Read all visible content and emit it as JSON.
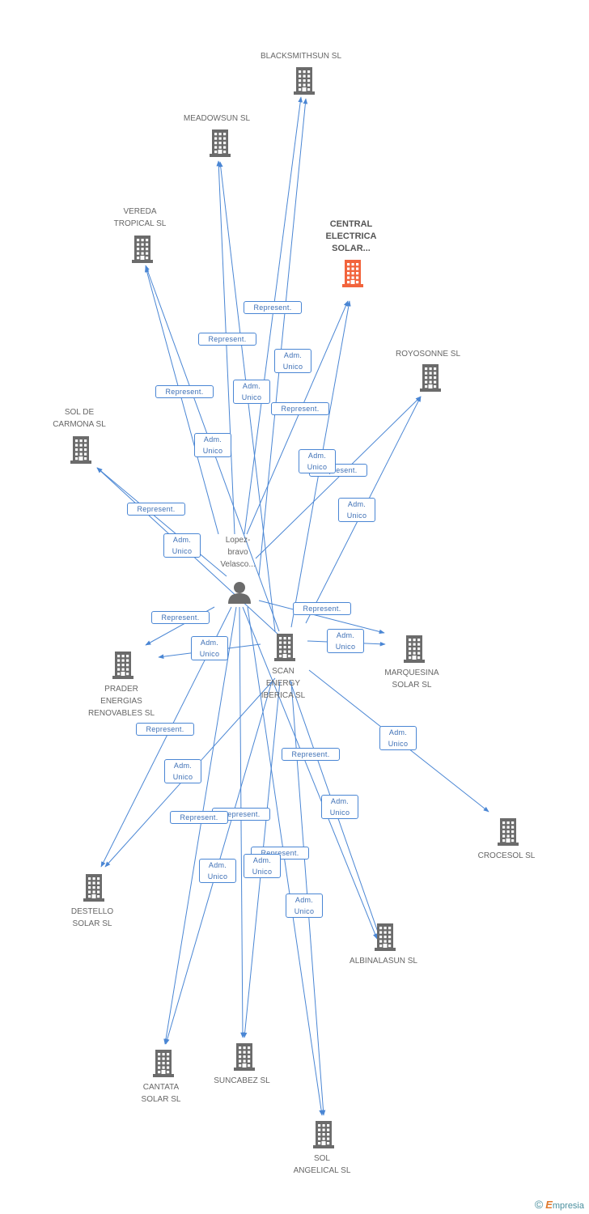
{
  "colors": {
    "edge": "#4a86d4",
    "node": "#6b6b6b",
    "highlight": "#f2643c"
  },
  "person": {
    "label": "Lopez-\nbravo\nVelasco..."
  },
  "nodes": {
    "blacksmithsun": {
      "label": "BLACKSMITHSUN SL"
    },
    "meadowsun": {
      "label": "MEADOWSUN SL"
    },
    "vereda": {
      "label": "VEREDA\nTROPICAL SL"
    },
    "central": {
      "label": "CENTRAL\nELECTRICA\nSOLAR..."
    },
    "royosonne": {
      "label": "ROYOSONNE SL"
    },
    "soldecarmona": {
      "label": "SOL DE\nCARMONA SL"
    },
    "scan": {
      "label": "SCAN\nENERGY\nIBERICA SL"
    },
    "marquesina": {
      "label": "MARQUESINA\nSOLAR SL"
    },
    "prader": {
      "label": "PRADER\nENERGIAS\nRENOVABLES SL"
    },
    "crocesol": {
      "label": "CROCESOL SL"
    },
    "destello": {
      "label": "DESTELLO\nSOLAR SL"
    },
    "albinalasun": {
      "label": "ALBINALASUN SL"
    },
    "cantata": {
      "label": "CANTATA\nSOLAR SL"
    },
    "suncabez": {
      "label": "SUNCABEZ SL"
    },
    "solangelical": {
      "label": "SOL\nANGELICAL SL"
    }
  },
  "relations": [
    {
      "text": "Represent."
    },
    {
      "text": "Represent."
    },
    {
      "text": "Adm.\nUnico"
    },
    {
      "text": "Represent."
    },
    {
      "text": "Adm.\nUnico"
    },
    {
      "text": "Represent."
    },
    {
      "text": "Adm.\nUnico"
    },
    {
      "text": "Represent."
    },
    {
      "text": "Adm.\nUnico"
    },
    {
      "text": "Adm.\nUnico"
    },
    {
      "text": "Represent."
    },
    {
      "text": "Adm.\nUnico"
    },
    {
      "text": "Represent."
    },
    {
      "text": "Represent."
    },
    {
      "text": "Adm.\nUnico"
    },
    {
      "text": "Adm.\nUnico"
    },
    {
      "text": "Adm.\nUnico"
    },
    {
      "text": "Represent."
    },
    {
      "text": "Represent."
    },
    {
      "text": "Adm.\nUnico"
    },
    {
      "text": "Represent."
    },
    {
      "text": "Adm.\nUnico"
    },
    {
      "text": "Adm.\nUnico"
    },
    {
      "text": "Represent."
    },
    {
      "text": "Represent."
    },
    {
      "text": "Adm.\nUnico"
    },
    {
      "text": "Adm.\nUnico"
    },
    {
      "text": "Adm.\nUnico"
    }
  ],
  "brand": {
    "copyright": "©",
    "name_initial": "E",
    "name_rest": "mpresia"
  }
}
